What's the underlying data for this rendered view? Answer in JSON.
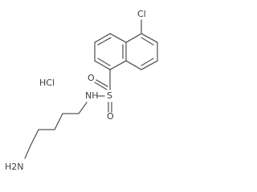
{
  "molecule": {
    "atoms": {
      "chlorine": "Cl",
      "sulfur": "S",
      "oxygen_top": "O",
      "oxygen_bottom": "O",
      "amide_nitrogen": "NH",
      "amine_nitrogen": "H2N",
      "salt": "HCl"
    }
  }
}
